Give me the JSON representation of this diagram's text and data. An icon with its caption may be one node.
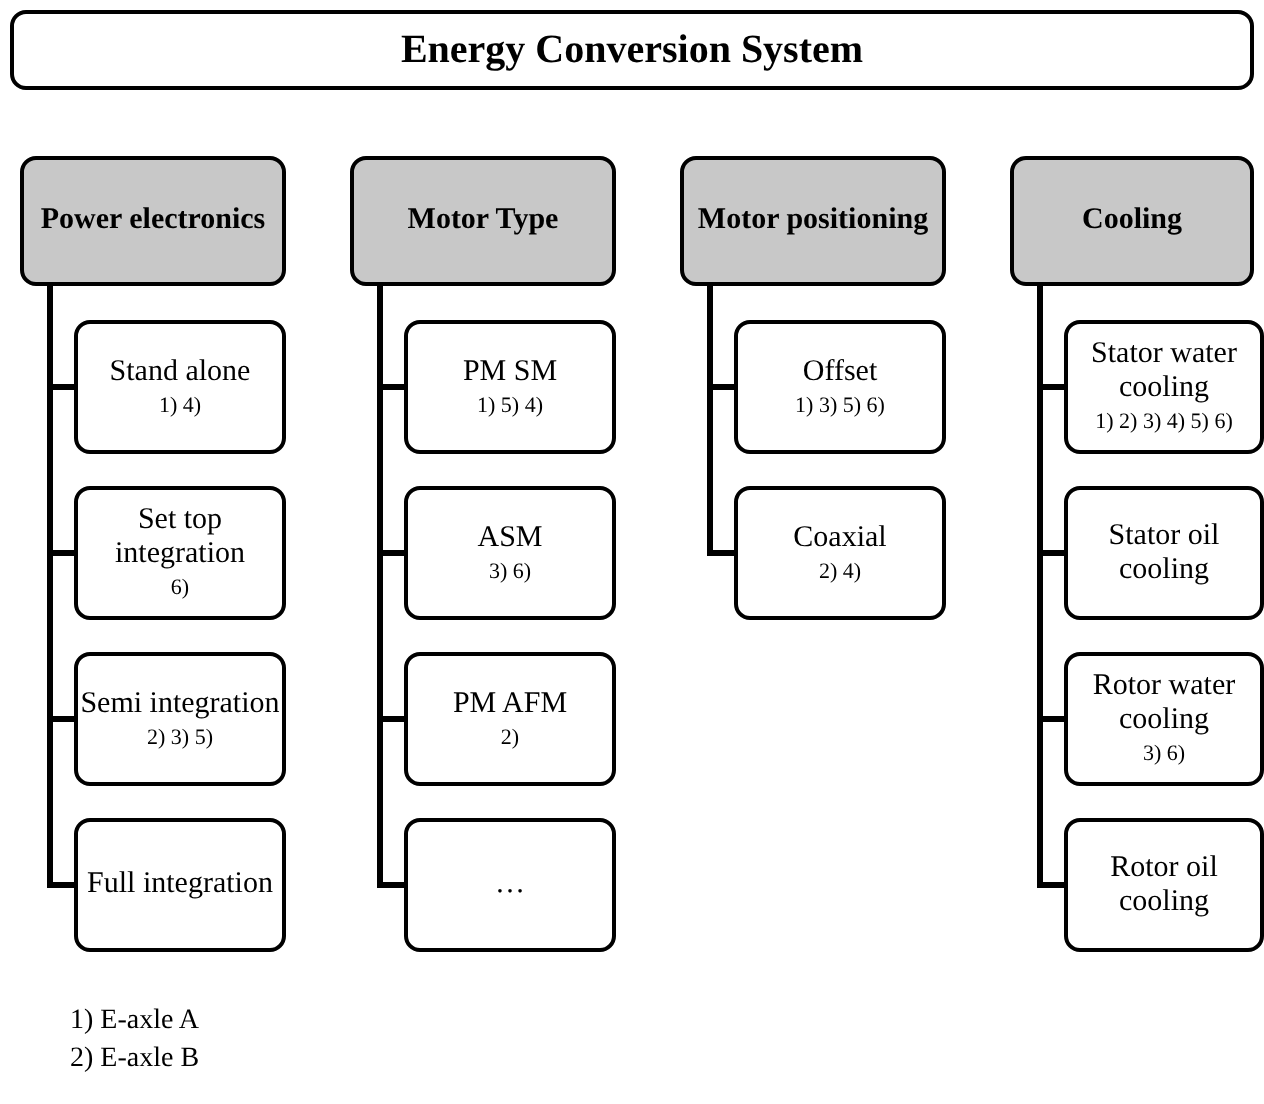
{
  "diagram": {
    "nodes": [
      {
        "text": [
          "Energy Conversion System"
        ]
      },
      {
        "text": [
          "Power electronics"
        ]
      },
      {
        "text": [
          "Stand alone",
          "1) 4)"
        ]
      },
      {
        "text": [
          "Set top integration",
          "6)"
        ]
      },
      {
        "text": [
          "Semi integration",
          "2) 3) 5)"
        ]
      },
      {
        "text": [
          "Full integration"
        ]
      },
      {
        "text": [
          "Motor Type"
        ]
      },
      {
        "text": [
          "PM SM",
          "1) 5) 4)"
        ]
      },
      {
        "text": [
          "ASM",
          "3) 6)"
        ]
      },
      {
        "text": [
          "PM AFM",
          "2)"
        ]
      },
      {
        "text": [
          "…"
        ]
      },
      {
        "text": [
          "Motor positioning"
        ]
      },
      {
        "text": [
          "Offset",
          "1) 3) 5) 6)"
        ]
      },
      {
        "text": [
          "Coaxial",
          "2) 4)"
        ]
      },
      {
        "text": [
          "Cooling"
        ]
      },
      {
        "text": [
          "Stator water cooling",
          "1) 2) 3) 4) 5) 6)"
        ]
      },
      {
        "text": [
          "Stator oil cooling"
        ]
      },
      {
        "text": [
          "Rotor water cooling",
          "3) 6)"
        ]
      },
      {
        "text": [
          "Rotor oil cooling"
        ]
      }
    ],
    "edges": [
      {
        "from": 1,
        "to": 2,
        "arrow": "none"
      },
      {
        "from": 1,
        "to": 3,
        "arrow": "none"
      },
      {
        "from": 1,
        "to": 4,
        "arrow": "none"
      },
      {
        "from": 1,
        "to": 5,
        "arrow": "none"
      },
      {
        "from": 6,
        "to": 7,
        "arrow": "none"
      },
      {
        "from": 6,
        "to": 8,
        "arrow": "none"
      },
      {
        "from": 6,
        "to": 9,
        "arrow": "none"
      },
      {
        "from": 6,
        "to": 10,
        "arrow": "none"
      },
      {
        "from": 11,
        "to": 12,
        "arrow": "none"
      },
      {
        "from": 11,
        "to": 13,
        "arrow": "none"
      },
      {
        "from": 14,
        "to": 15,
        "arrow": "none"
      },
      {
        "from": 14,
        "to": 16,
        "arrow": "none"
      },
      {
        "from": 14,
        "to": 17,
        "arrow": "none"
      },
      {
        "from": 14,
        "to": 18,
        "arrow": "none"
      }
    ],
    "labels": [
      "1) E-axle A",
      "2) E-axle B"
    ]
  }
}
